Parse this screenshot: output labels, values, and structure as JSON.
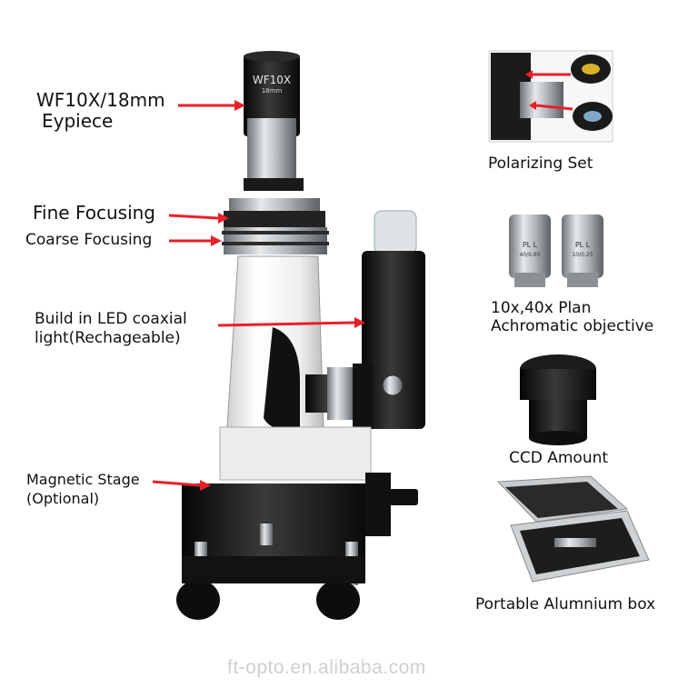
{
  "labels": {
    "eyepiece_line1": "WF10X/18mm",
    "eyepiece_line2": "Eypiece",
    "fine_focusing": "Fine Focusing",
    "coarse_focusing": "Coarse Focusing",
    "led_line1": "Build in LED coaxial",
    "led_line2": "light(Rechageable)",
    "stage_line1": "Magnetic Stage",
    "stage_line2": "(Optional)",
    "polarizing": "Polarizing Set",
    "objective_line1": "10x,40x Plan",
    "objective_line2": "Achromatic objective",
    "ccd": "CCD Amount",
    "box": "Portable Alumnium box"
  },
  "eyepiece_marking": {
    "line1": "WF10X",
    "line2": "18mm"
  },
  "objective_marking": {
    "left": {
      "line1": "PL L",
      "line2": "40/0.65"
    },
    "right": {
      "line1": "PL L",
      "line2": "10/0.25"
    }
  },
  "watermark": "ft-opto.en.alibaba.com",
  "colors": {
    "arrow": "#e8202a",
    "body_white": "#f2f2f2",
    "body_black": "#151515",
    "metal": "#9aa0a6"
  }
}
